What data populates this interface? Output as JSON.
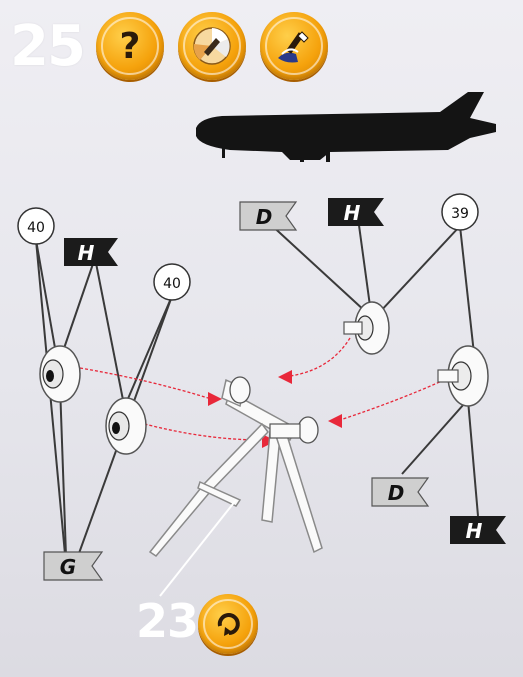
{
  "step": {
    "number": "25",
    "sub_number": "23"
  },
  "toolbar": {
    "help_glyph": "?",
    "icons": [
      "help-icon",
      "paint-color-icon",
      "brush-paint-icon"
    ]
  },
  "footer": {
    "icon": "rotate-icon"
  },
  "labels": {
    "disc_left_upper_count": "40",
    "disc_left_lower_count": "40",
    "disc_right_count": "39",
    "flag_h_left": "H",
    "flag_d_top": "D",
    "flag_h_top": "H",
    "flag_g_left": "G",
    "flag_d_right": "D",
    "flag_h_right": "H"
  },
  "colors": {
    "accent_orange": "#f5a20c",
    "arrow_red": "#e8283a",
    "flag_dark": "#1b1b1b",
    "flag_light": "#cfcfcf",
    "airplane": "#141414"
  }
}
